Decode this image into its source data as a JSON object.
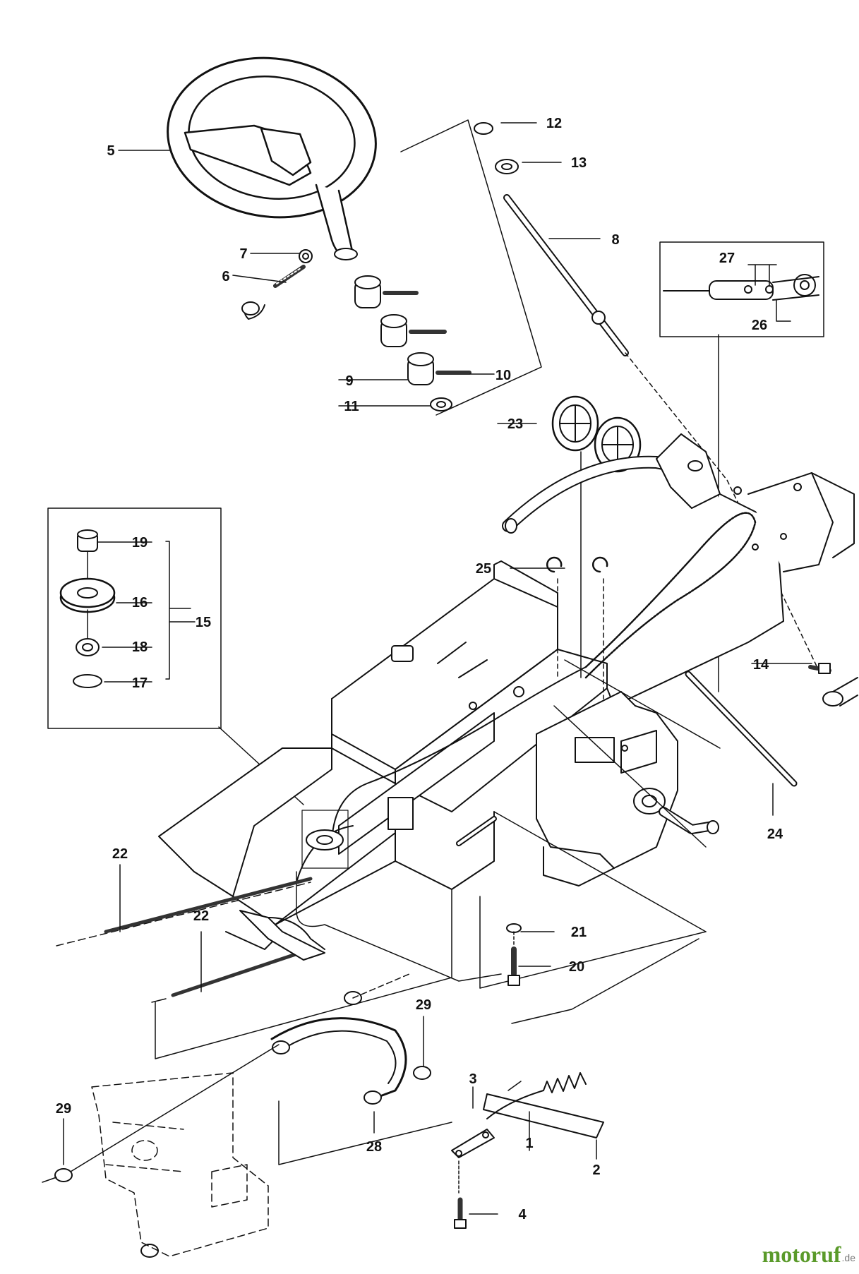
{
  "diagram": {
    "callouts": {
      "c1": "1",
      "c2": "2",
      "c3": "3",
      "c4": "4",
      "c5": "5",
      "c6": "6",
      "c7": "7",
      "c8": "8",
      "c9": "9",
      "c10": "10",
      "c11": "11",
      "c12": "12",
      "c13": "13",
      "c14": "14",
      "c15": "15",
      "c16": "16",
      "c17": "17",
      "c18": "18",
      "c19": "19",
      "c20": "20",
      "c21": "21",
      "c22a": "22",
      "c22b": "22",
      "c23": "23",
      "c24": "24",
      "c25": "25",
      "c26": "26",
      "c27": "27",
      "c28": "28",
      "c29a": "29",
      "c29b": "29"
    }
  },
  "watermark": {
    "brand": "motoruf",
    "tld": ".de",
    "brand_color": "#5a9a2a"
  }
}
